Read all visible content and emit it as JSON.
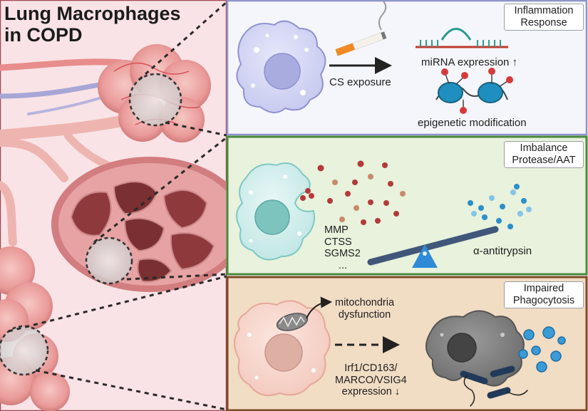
{
  "left_panel": {
    "title_line1": "Lung Macrophages",
    "title_line2": "in COPD"
  },
  "panels": [
    {
      "tag_line1": "Inflammation",
      "tag_line2": "Response",
      "arrow_label": "CS exposure",
      "mirna_label": "miRNA expression ↑",
      "epigenetic_label": "epigenetic modification",
      "border_color": "#8d95c9",
      "fill_color": "#f5f6fc"
    },
    {
      "tag_line1": "Imbalance",
      "tag_line2": "Protease/AAT",
      "proteases": [
        "MMP",
        "CTSS",
        "SGMS2",
        "..."
      ],
      "antitrypsin_label": "α-antitrypsin",
      "border_color": "#4a8a3c",
      "fill_color": "#e8f2dc"
    },
    {
      "tag_line1": "Impaired",
      "tag_line2": "Phagocytosis",
      "mito_line1": "mitochondria",
      "mito_line2": "dysfunction",
      "expr_line1": "Irf1/CD163/",
      "expr_line2": "MARCO/VSIG4",
      "expr_line3": "expression ↓",
      "border_color": "#7e4a24",
      "fill_color": "#f1dcc4"
    }
  ]
}
